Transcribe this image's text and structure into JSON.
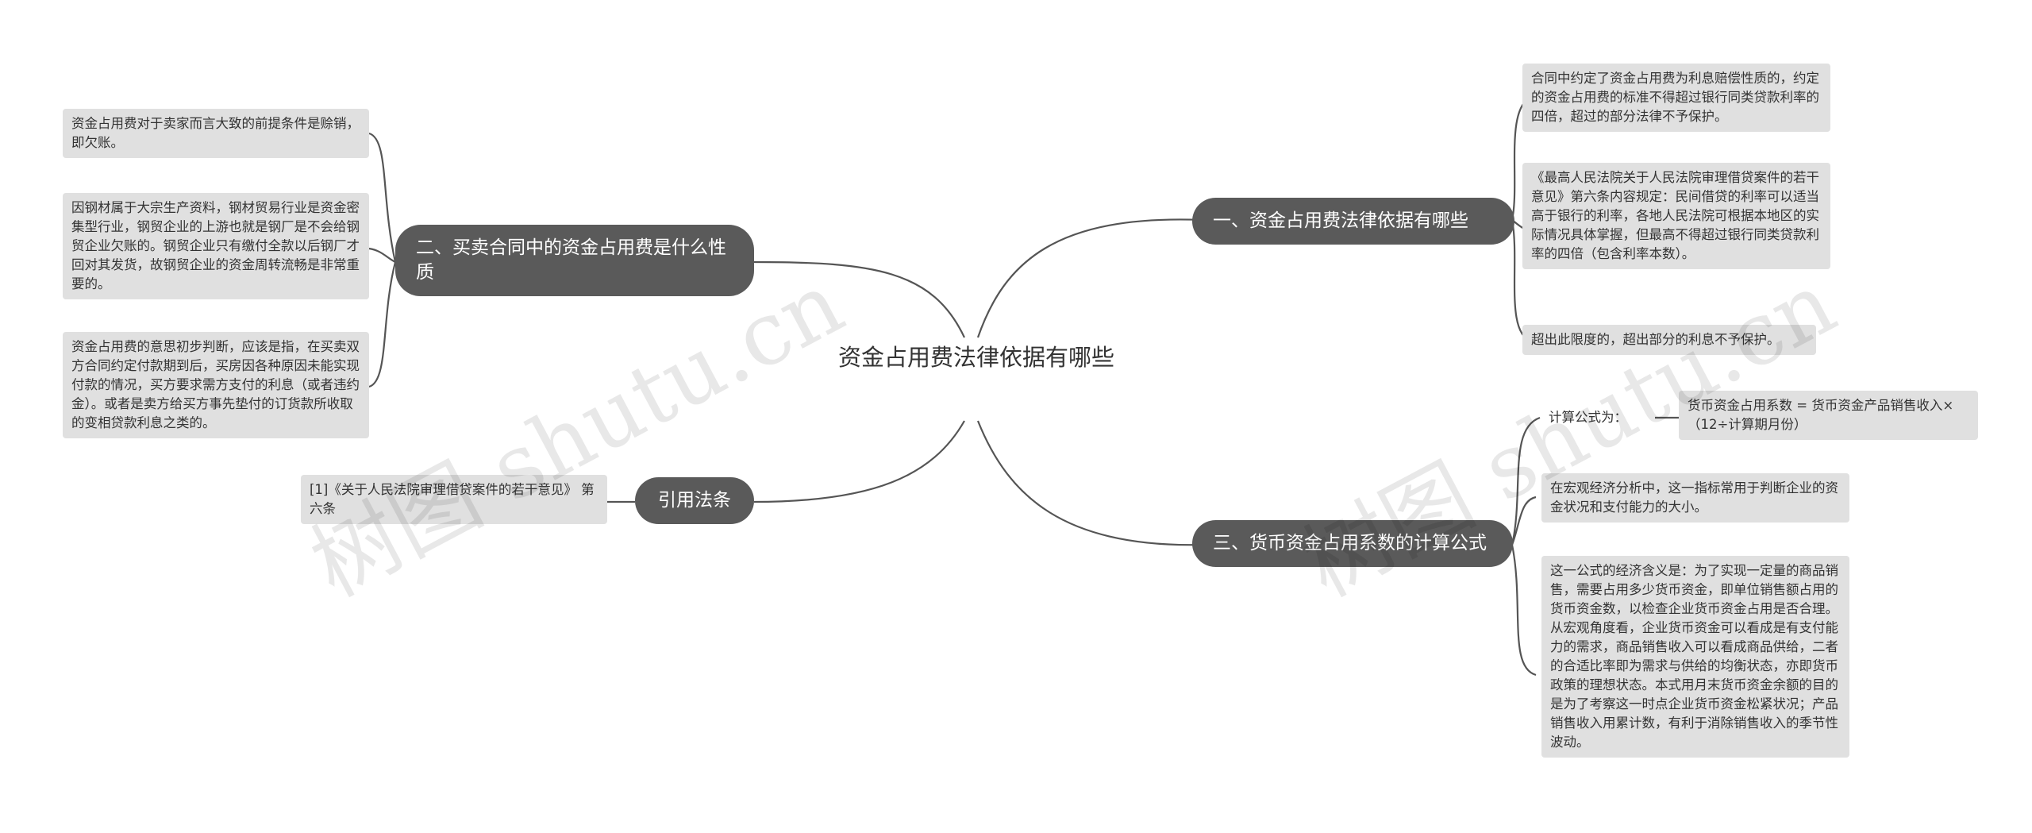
{
  "root": {
    "title": "资金占用费法律依据有哪些"
  },
  "branches": {
    "b1": {
      "label": "一、资金占用费法律依据有哪些",
      "leaves": [
        "合同中约定了资金占用费为利息赔偿性质的，约定的资金占用费的标准不得超过银行同类贷款利率的四倍，超过的部分法律不予保护。",
        "《最高人民法院关于人民法院审理借贷案件的若干意见》第六条内容规定：民间借贷的利率可以适当高于银行的利率，各地人民法院可根据本地区的实际情况具体掌握，但最高不得超过银行同类贷款利率的四倍（包含利率本数）。",
        "超出此限度的，超出部分的利息不予保护。"
      ]
    },
    "b2": {
      "label": "二、买卖合同中的资金占用费是什么性质",
      "leaves": [
        "资金占用费对于卖家而言大致的前提条件是赊销，即欠账。",
        "因钢材属于大宗生产资料，钢材贸易行业是资金密集型行业，钢贸企业的上游也就是钢厂是不会给钢贸企业欠账的。钢贸企业只有缴付全款以后钢厂才回对其发货，故钢贸企业的资金周转流畅是非常重要的。",
        "资金占用费的意思初步判断，应该是指，在买卖双方合同约定付款期到后，买房因各种原因未能实现付款的情况，买方要求需方支付的利息（或者违约金）。或者是卖方给买方事先垫付的订货款所收取的变相贷款利息之类的。"
      ]
    },
    "b3": {
      "label": "三、货币资金占用系数的计算公式",
      "formula_label": "计算公式为：",
      "formula": "货币资金占用系数 = 货币资金产品销售收入×（12÷计算期月份）",
      "leaves": [
        "在宏观经济分析中，这一指标常用于判断企业的资金状况和支付能力的大小。",
        "这一公式的经济含义是：为了实现一定量的商品销售，需要占用多少货币资金，即单位销售额占用的货币资金数，以检查企业货币资金占用是否合理。从宏观角度看，企业货币资金可以看成是有支付能力的需求，商品销售收入可以看成商品供给，二者的合适比率即为需求与供给的均衡状态，亦即货币政策的理想状态。本式用月末货币资金余额的目的是为了考察这一时点企业货币资金松紧状况；产品销售收入用累计数，有利于消除销售收入的季节性波动。"
      ]
    },
    "b4": {
      "label": "引用法条",
      "leaves": [
        "[1]《关于人民法院审理借贷案件的若干意见》 第六条"
      ]
    }
  },
  "watermark": "树图 shutu.cn",
  "colors": {
    "branch_bg": "#5a5a5a",
    "leaf_bg": "#e0e0e0",
    "line": "#555555",
    "text": "#333333"
  }
}
